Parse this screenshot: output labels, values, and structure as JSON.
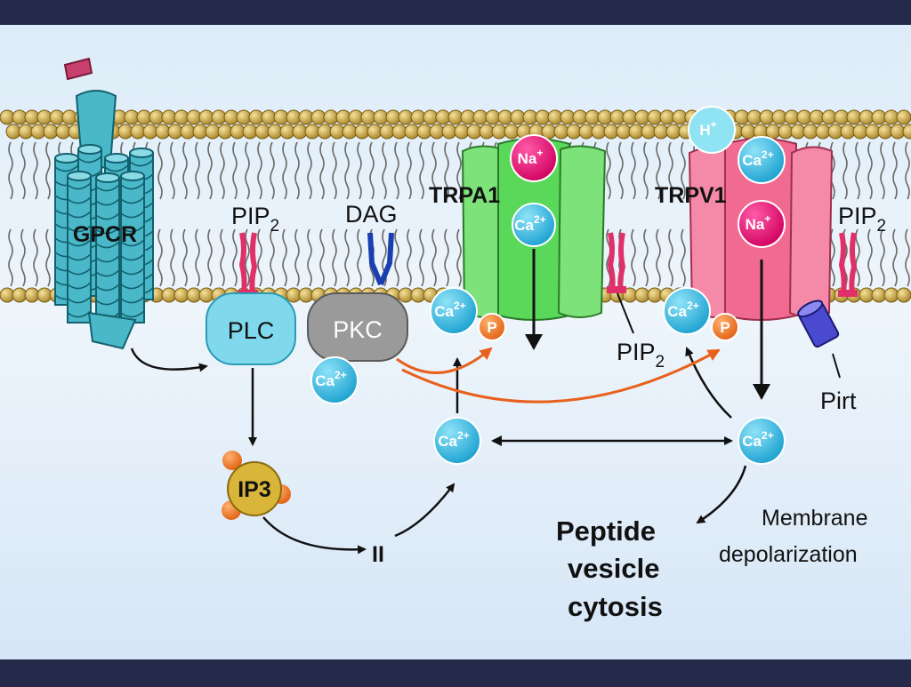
{
  "colors": {
    "frame": "#262a4a",
    "membrane_head": "#c9a43a",
    "gpcr": "#4ab8c8",
    "plc": "#7fd8ec",
    "pkc": "#9a9a9a",
    "trpa1": "#7ee27a",
    "trpv1": "#f48aa8",
    "calcium": "#29b6e0",
    "sodium": "#e8006e",
    "proton": "#8fe3f3",
    "phosphate": "#f07820",
    "ip3": "#d9b53a",
    "pip2": "#e0306a",
    "dag": "#1a3fb0",
    "pirt": "#4a4ad0",
    "activation_arrow": "#e8601c"
  },
  "labels": {
    "gpcr": "GPCR",
    "pip2_left": "PIP",
    "pip2_left_sub": "2",
    "dag": "DAG",
    "trpa1": "TRPA1",
    "trpv1": "TRPV1",
    "pip2_right": "PIP",
    "pip2_right_sub": "2",
    "plc": "PLC",
    "pkc": "PKC",
    "pip2_mid": "PIP",
    "pip2_mid_sub": "2",
    "pirt": "Pirt",
    "ip3": "IP3",
    "ip3_mark": "II",
    "peptide_1": "Peptide",
    "peptide_2": "vesicle",
    "peptide_3": "cytosis",
    "membrane_1": "Membrane",
    "membrane_2": "depolarization"
  },
  "ions": {
    "ca": "Ca",
    "ca_charge": "2+",
    "na": "Na",
    "na_charge": "+",
    "h": "H",
    "h_charge": "+",
    "phosphate": "P"
  }
}
